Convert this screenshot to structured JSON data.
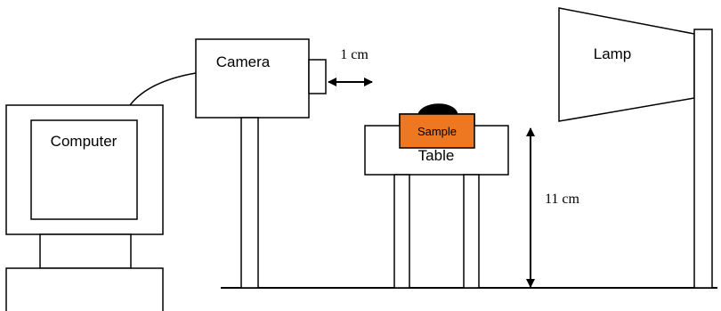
{
  "labels": {
    "camera": "Camera",
    "computer": "Computer",
    "lamp": "Lamp",
    "sample": "Sample",
    "table": "Table",
    "camera_distance": "1 cm",
    "table_height": "11 cm"
  },
  "colors": {
    "line": "#000000",
    "sample_fill": "#ee7722",
    "background": "#ffffff"
  }
}
